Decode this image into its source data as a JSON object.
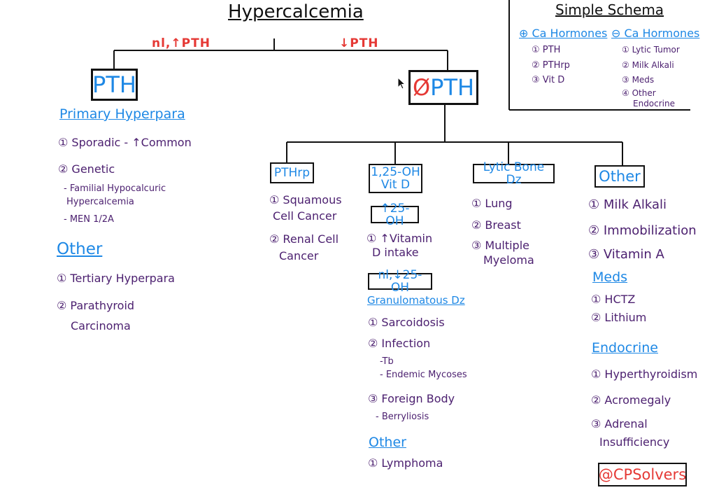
{
  "title": "Hypercalcemia",
  "branches": {
    "left_label": "nl,↑PTH",
    "right_label": "↓PTH"
  },
  "boxes": {
    "pth": "PTH",
    "no_pth_symbol": "Ø",
    "no_pth_text": "PTH"
  },
  "left": {
    "primary_title": "Primary Hyperpara",
    "items": [
      "① Sporadic - ↑Common",
      "② Genetic"
    ],
    "genetic_subitems": [
      "- Familial Hypocalcuric",
      "Hypercalcemia",
      "- MEN 1/2A"
    ],
    "other_title": "Other",
    "other_items": [
      "① Tertiary Hyperpara",
      "② Parathyroid",
      "Carcinoma"
    ]
  },
  "pthrp": {
    "box": "PTHrp",
    "items": [
      "① Squamous",
      "Cell Cancer",
      "② Renal Cell",
      "Cancer"
    ]
  },
  "vitd": {
    "box_line1": "1,25-OH",
    "box_line2": "Vit D",
    "sub_box1": "↑25-OH",
    "sub1_items": [
      "① ↑Vitamin",
      "D intake"
    ],
    "sub_box2": "nl,↓25-OH",
    "granulomatous_title": "Granulomatous Dz",
    "gran_items": [
      "① Sarcoidosis",
      "② Infection",
      "-Tb",
      "- Endemic Mycoses",
      "③ Foreign Body",
      "- Berryliosis"
    ],
    "other_title": "Other",
    "other_items": [
      "① Lymphoma"
    ]
  },
  "lytic": {
    "box": "Lytic Bone Dz",
    "items": [
      "① Lung",
      "② Breast",
      "③ Multiple",
      "Myeloma"
    ]
  },
  "other": {
    "box": "Other",
    "items": [
      "① Milk Alkali",
      "② Immobilization",
      "③ Vitamin A"
    ],
    "meds_title": "Meds",
    "meds_items": [
      "① HCTZ",
      "② Lithium"
    ],
    "endocrine_title": "Endocrine",
    "endocrine_items": [
      "① Hyperthyroidism",
      "② Acromegaly",
      "③ Adrenal",
      "Insufficiency"
    ]
  },
  "schema": {
    "title": "Simple Schema",
    "plus_title": "⊕ Ca Hormones",
    "plus_items": [
      "① PTH",
      "② PTHrp",
      "③ Vit D"
    ],
    "minus_title": "⊖ Ca Hormones",
    "minus_items": [
      "① Lytic Tumor",
      "② Milk Alkali",
      "③ Meds",
      "④ Other",
      "Endocrine"
    ]
  },
  "brand": "@CPSolvers"
}
